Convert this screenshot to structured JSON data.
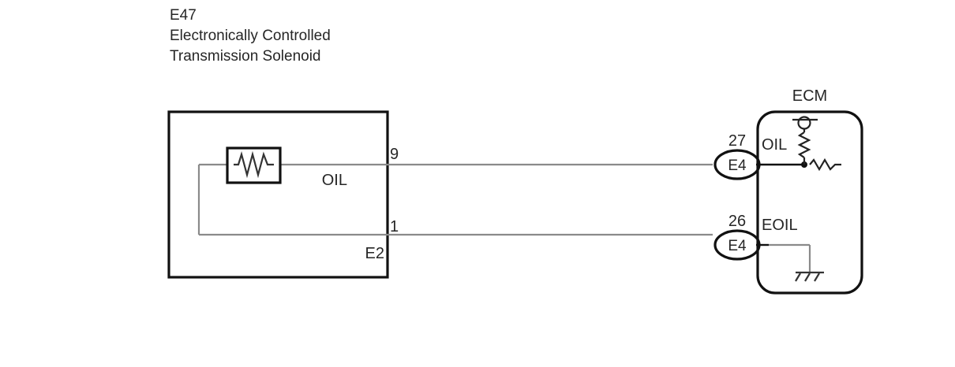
{
  "diagram": {
    "type": "automotive-wiring-schematic",
    "background_color": "#ffffff",
    "line_color": "#111111",
    "wire_color": "#8a8a8a"
  },
  "component_title": {
    "line1": "E47",
    "line2": "Electronically Controlled",
    "line3": "Transmission Solenoid"
  },
  "solenoid": {
    "name": "Electronically Controlled Transmission Solenoid",
    "internal_symbol": "coil-resistor",
    "pins": [
      {
        "number": "9",
        "signal": "OIL"
      },
      {
        "number": "1",
        "signal": "E2"
      }
    ]
  },
  "ecm": {
    "label": "ECM",
    "terminals": [
      {
        "pin": "27",
        "connector": "E4",
        "signal": "OIL"
      },
      {
        "pin": "26",
        "connector": "E4",
        "signal": "EOIL"
      }
    ],
    "internal": {
      "pullup_node": "circle-test-point",
      "vertical_element": "resistor",
      "horizontal_element": "resistor",
      "junction": "node-dot",
      "ground_symbol": "chassis-ground"
    }
  },
  "wires": [
    {
      "from_pin": "9",
      "to_pin": "27",
      "signal": "OIL"
    },
    {
      "from_pin": "1",
      "to_pin": "26",
      "signal": "EOIL"
    }
  ]
}
